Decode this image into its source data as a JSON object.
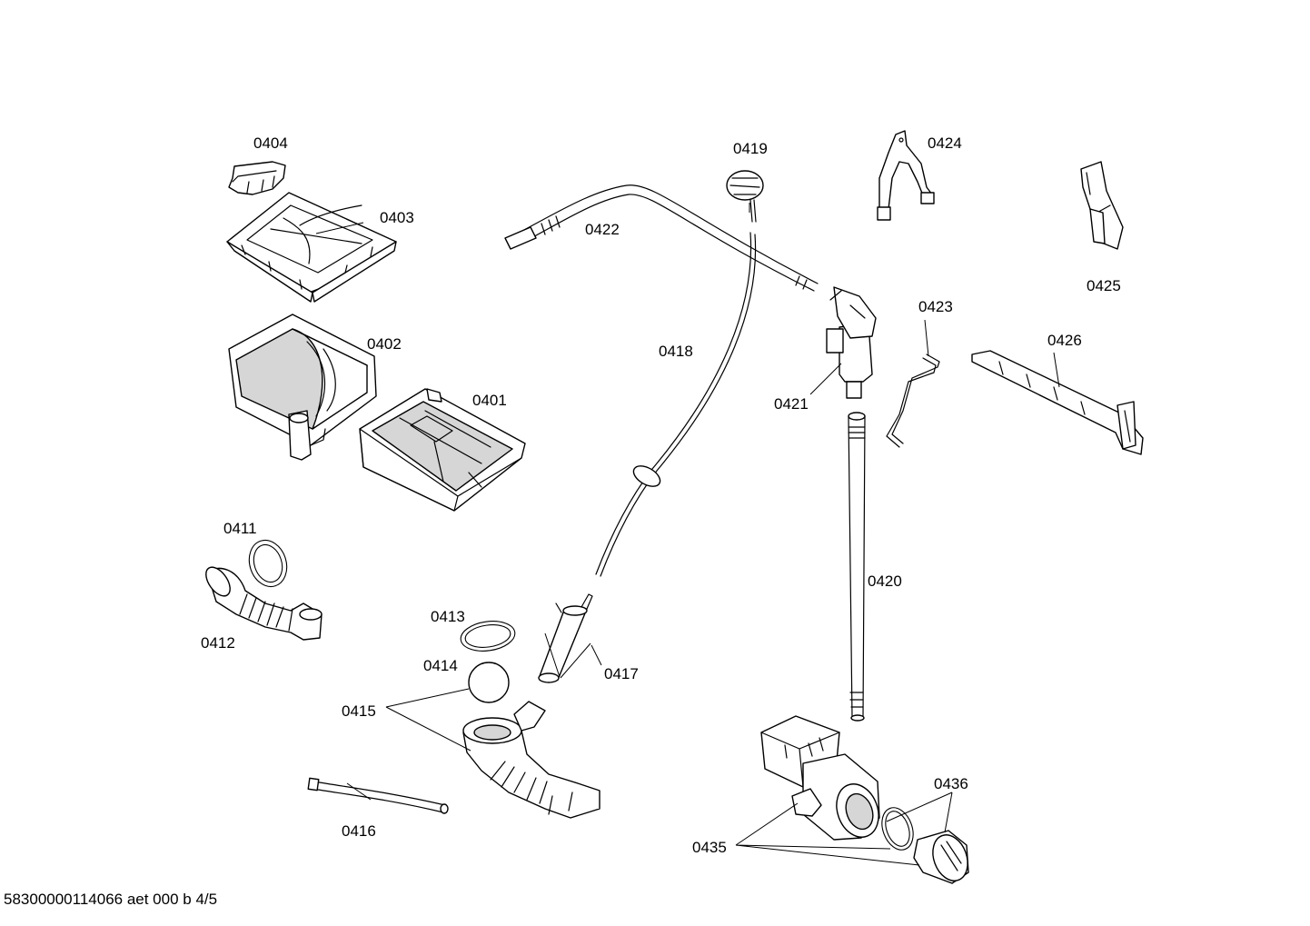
{
  "footer_text": "58300000114066 aet 000 b 4/5",
  "parts": [
    {
      "id": "p0404",
      "label": "0404"
    },
    {
      "id": "p0403",
      "label": "0403"
    },
    {
      "id": "p0402",
      "label": "0402"
    },
    {
      "id": "p0401",
      "label": "0401"
    },
    {
      "id": "p0411",
      "label": "0411"
    },
    {
      "id": "p0412",
      "label": "0412"
    },
    {
      "id": "p0413",
      "label": "0413"
    },
    {
      "id": "p0414",
      "label": "0414"
    },
    {
      "id": "p0415",
      "label": "0415"
    },
    {
      "id": "p0416",
      "label": "0416"
    },
    {
      "id": "p0417",
      "label": "0417"
    },
    {
      "id": "p0418",
      "label": "0418"
    },
    {
      "id": "p0419",
      "label": "0419"
    },
    {
      "id": "p0420",
      "label": "0420"
    },
    {
      "id": "p0421",
      "label": "0421"
    },
    {
      "id": "p0422",
      "label": "0422"
    },
    {
      "id": "p0423",
      "label": "0423"
    },
    {
      "id": "p0424",
      "label": "0424"
    },
    {
      "id": "p0425",
      "label": "0425"
    },
    {
      "id": "p0426",
      "label": "0426"
    },
    {
      "id": "p0435",
      "label": "0435"
    },
    {
      "id": "p0436",
      "label": "0436"
    }
  ]
}
